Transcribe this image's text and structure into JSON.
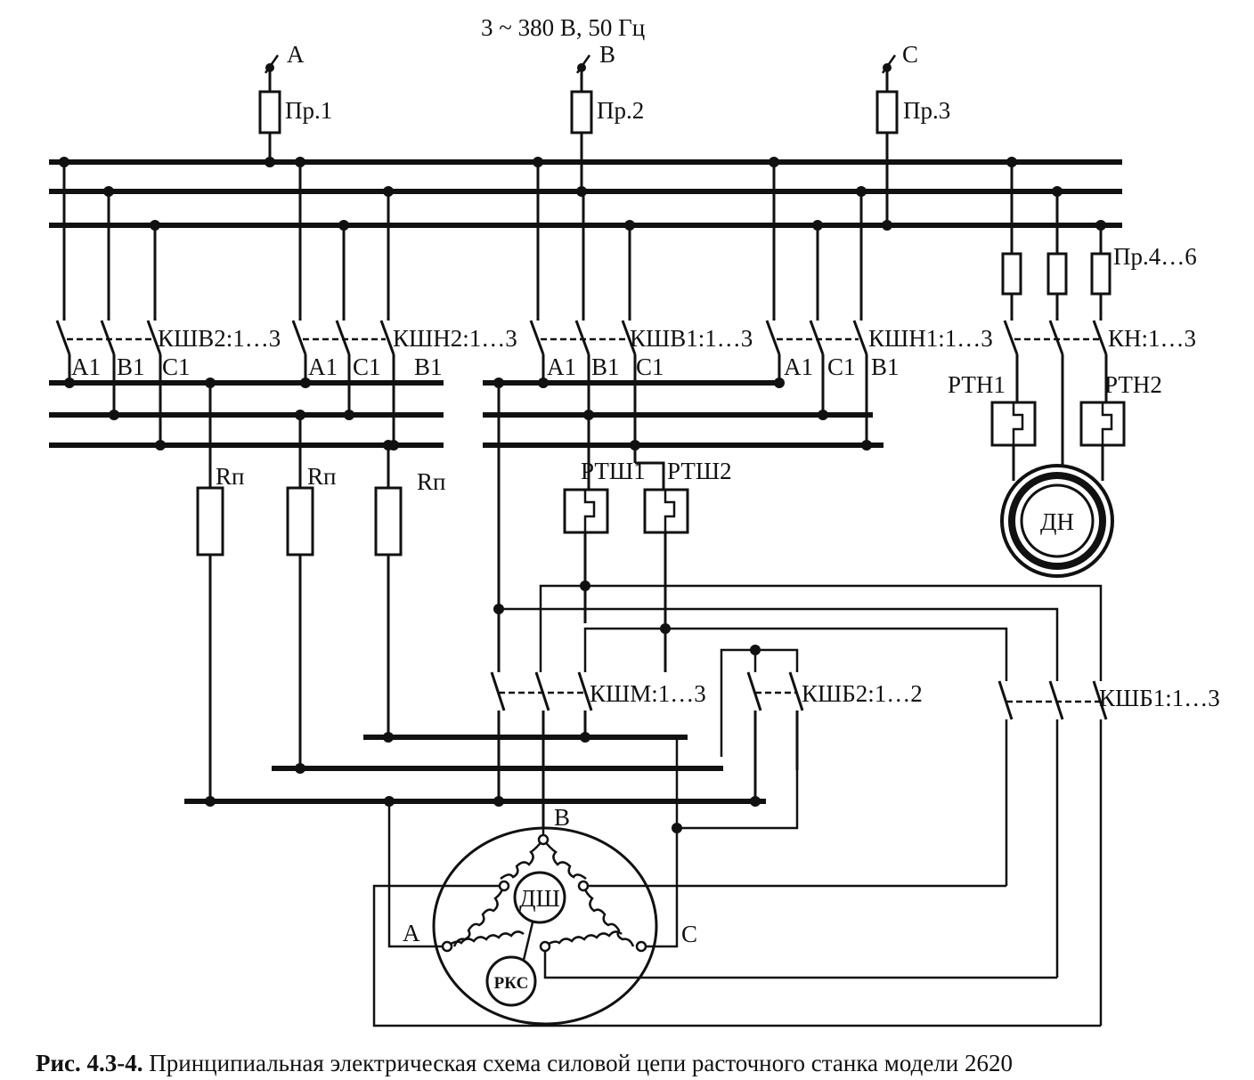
{
  "supply": "3 ~ 380 В, 50 Гц",
  "phases": [
    "A",
    "B",
    "C"
  ],
  "fuses": {
    "f1": "Пр.1",
    "f2": "Пр.2",
    "f3": "Пр.3",
    "f4_6": "Пр.4…6"
  },
  "contactors": {
    "kshv2": "КШВ2:1…3",
    "kshn2": "КШН2:1…3",
    "kshv1": "КШВ1:1…3",
    "kshn1": "КШН1:1…3",
    "kn": "КН:1…3",
    "kshm": "КШМ:1…3",
    "kshb2": "КШБ2:1…2",
    "kshb1": "КШБ1:1…3"
  },
  "contact_labels": {
    "g1": [
      "A1",
      "B1",
      "C1"
    ],
    "g2": [
      "A1",
      "C1",
      "B1"
    ],
    "g3": [
      "A1",
      "B1",
      "C1"
    ],
    "g4": [
      "A1",
      "C1",
      "B1"
    ]
  },
  "relays": {
    "rtn1": "РТН1",
    "rtn2": "РТН2",
    "rtsh1": "РТШ1",
    "rtsh2": "РТШ2"
  },
  "resistor": "Rп",
  "motors": {
    "dn": "ДН",
    "dsh": "ДШ",
    "rks": "РКС"
  },
  "terminals": {
    "a": "A",
    "b": "B",
    "c": "C"
  },
  "caption": {
    "number": "Рис. 4.3-4.",
    "text": " Принципиальная электрическая схема силовой цепи расточного станка модели 2620"
  }
}
